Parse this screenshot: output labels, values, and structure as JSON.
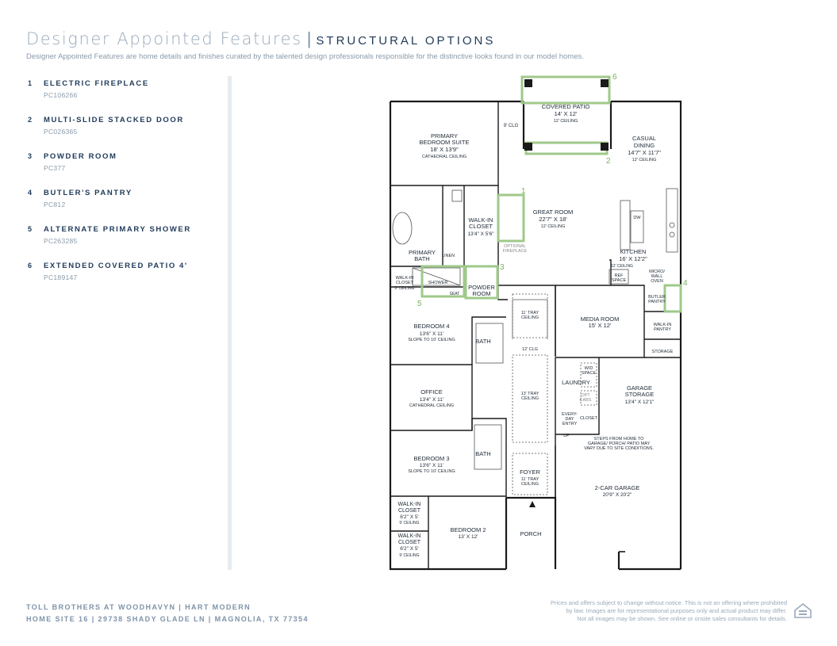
{
  "header": {
    "title": "Designer Appointed Features",
    "separator": "|",
    "subtitle": "STRUCTURAL OPTIONS",
    "description": "Designer Appointed Features are home details and finishes curated by the talented design professionals responsible for the distinctive looks found in our model homes."
  },
  "features": [
    {
      "num": "1",
      "name": "ELECTRIC FIREPLACE",
      "code": "PC106266"
    },
    {
      "num": "2",
      "name": "MULTI-SLIDE STACKED DOOR",
      "code": "PC026365"
    },
    {
      "num": "3",
      "name": "POWDER ROOM",
      "code": "PC377"
    },
    {
      "num": "4",
      "name": "BUTLER'S PANTRY",
      "code": "PC812"
    },
    {
      "num": "5",
      "name": "ALTERNATE PRIMARY SHOWER",
      "code": "PC263285"
    },
    {
      "num": "6",
      "name": "EXTENDED COVERED PATIO 4'",
      "code": "PC189147"
    }
  ],
  "plan": {
    "covered_patio": {
      "name": "COVERED PATIO",
      "size": "14' X 12'",
      "ceiling": "12' CEILING"
    },
    "clg_9": "9' CLG",
    "primary_suite": {
      "l1": "PRIMARY",
      "l2": "BEDROOM SUITE",
      "size": "18' X 13'9\"",
      "ceiling": "CATHEDRAL CEILING"
    },
    "casual_dining": {
      "l1": "CASUAL",
      "l2": "DINING",
      "size": "14'7\" X 11'7\"",
      "ceiling": "12' CEILING"
    },
    "great_room": {
      "name": "GREAT ROOM",
      "size": "22'7\" X 18'",
      "ceiling": "12' CEILING"
    },
    "walk_in_closet_primary": {
      "l1": "WALK-IN",
      "l2": "CLOSET",
      "size": "13'4\" X 5'6\""
    },
    "optional_fireplace": {
      "l1": "OPTIONAL",
      "l2": "FIREPLACE"
    },
    "primary_bath": {
      "l1": "PRIMARY",
      "l2": "BATH"
    },
    "linen": "LINEN",
    "kitchen": {
      "name": "KITCHEN",
      "size": "16' X 12'2\"",
      "ceiling": "12' CEILING"
    },
    "dw": "DW",
    "ref_space": {
      "l1": "REF",
      "l2": "SPACE"
    },
    "micro_wall_oven": {
      "l1": "MICRO/",
      "l2": "WALL",
      "l3": "OVEN"
    },
    "walk_in_closet_small": {
      "l1": "WALK-IN",
      "l2": "CLOSET",
      "ceiling": "9' CEILING"
    },
    "shower": "SHOWER",
    "seat": "SEAT",
    "powder_room": {
      "l1": "POWDER",
      "l2": "ROOM"
    },
    "butler_pantry": {
      "l1": "BUTLER",
      "l2": "PANTRY"
    },
    "tray_ceiling_1": {
      "l1": "11' TRAY",
      "l2": "CEILING"
    },
    "media_room": {
      "name": "MEDIA ROOM",
      "size": "15' X 12'"
    },
    "walk_in_pantry": {
      "l1": "WALK-IN",
      "l2": "PANTRY"
    },
    "bedroom4": {
      "name": "BEDROOM 4",
      "size": "13'6\" X 11'",
      "ceiling": "SLOPE TO 10' CEILING"
    },
    "bath": "BATH",
    "storage": "STORAGE",
    "clg_12": "12' CLG",
    "wd_space": {
      "l1": "W/D",
      "l2": "SPACE"
    },
    "laundry": "LAUNDRY",
    "opt_cabs": {
      "l1": "OPT",
      "l2": "CABS"
    },
    "garage_storage": {
      "l1": "GARAGE",
      "l2": "STORAGE",
      "size": "13'4\" X 12'1\""
    },
    "office": {
      "name": "OFFICE",
      "size": "13'4\" X 11'",
      "ceiling": "CATHEDRAL CEILING"
    },
    "tray_ceiling_2": {
      "l1": "13' TRAY",
      "l2": "CEILING"
    },
    "everyday_entry": {
      "l1": "EVERY-",
      "l2": "DAY",
      "l3": "ENTRY"
    },
    "closet": "CLOSET",
    "up": "UP",
    "steps_note": {
      "l1": "STEPS FROM HOME TO",
      "l2": "GARAGE/ PORCH/ PATIO MAY",
      "l3": "VARY DUE TO SITE CONDITIONS."
    },
    "bedroom3": {
      "name": "BEDROOM 3",
      "size": "13'6\" X 11'",
      "ceiling": "SLOPE TO 10' CEILING"
    },
    "foyer": {
      "name": "FOYER",
      "l2": "11' TRAY",
      "l3": "CEILING"
    },
    "garage": {
      "name": "2-CAR GARAGE",
      "size": "20'9\" X 20'2\""
    },
    "wic_a": {
      "l1": "WALK-IN",
      "l2": "CLOSET",
      "size": "6'2\" X 5'",
      "ceiling": "9' CEILING"
    },
    "wic_b": {
      "l1": "WALK-IN",
      "l2": "CLOSET",
      "size": "6'2\" X 5'",
      "ceiling": "9' CEILING"
    },
    "bedroom2": {
      "name": "BEDROOM 2",
      "size": "13' X 12'"
    },
    "porch": "PORCH",
    "markers": {
      "m1": "1",
      "m2": "2",
      "m3": "3",
      "m4": "4",
      "m5": "5",
      "m6": "6"
    },
    "highlight_color": "#9fc98a"
  },
  "footer": {
    "line1": "TOLL BROTHERS AT WOODHAVYN | HART MODERN",
    "line2": "HOME SITE 16 | 29738 SHADY GLADE LN | MAGNOLIA, TX 77354",
    "disclaimer_1": "Prices and offers subject to change without notice. This is not an offering where prohibited",
    "disclaimer_2": "by law. Images are for representational purposes only and actual product may differ.",
    "disclaimer_3": "Not all images may be shown. See online or onsite sales consultants for details.",
    "logo": "equal-housing-opportunity-icon"
  }
}
